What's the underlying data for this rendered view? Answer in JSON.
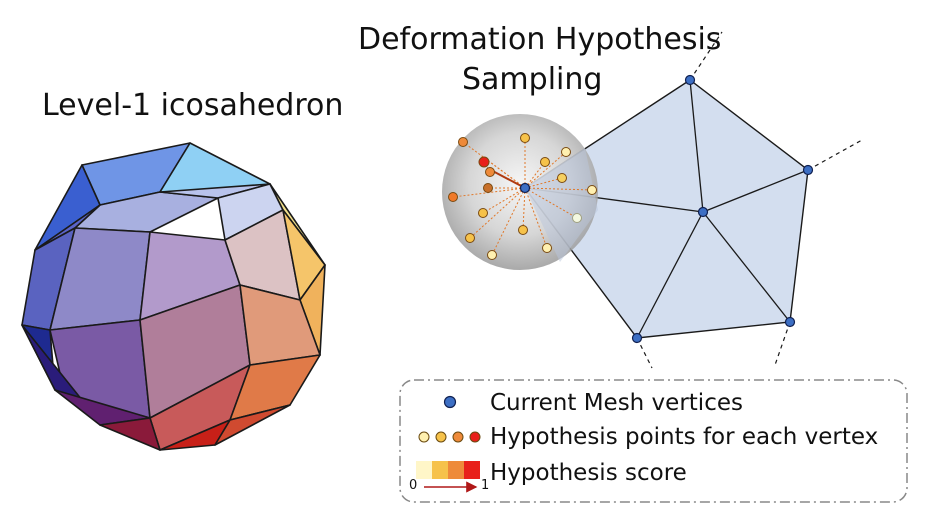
{
  "titles": {
    "icosahedron": "Level-1 icosahedron",
    "sampling_line1": "Deformation Hypothesis",
    "sampling_line2": "Sampling"
  },
  "legend": {
    "mesh_vertices": "Current Mesh vertices",
    "hypothesis_points": "Hypothesis points for each vertex",
    "hypothesis_score": "Hypothesis score",
    "scale_min": "0",
    "scale_max": "1"
  },
  "colors": {
    "vertex": "#3d6fc4",
    "mesh_fill": "#d3deef",
    "score_low": "#fff6c8",
    "score_mid1": "#f6c24a",
    "score_mid2": "#ee8a3a",
    "score_high": "#e8201a"
  }
}
